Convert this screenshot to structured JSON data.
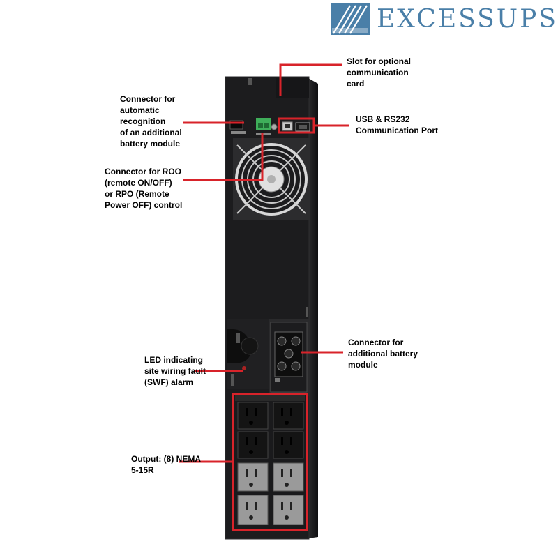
{
  "brand": {
    "name": "EXCESSUPS"
  },
  "colors": {
    "callout": "#d8232a",
    "chassis": "#1c1c1e",
    "logo": "#4a7fa8"
  },
  "callouts": {
    "slot": "Slot for optional\ncommunication\ncard",
    "ebm_detect": "Connector for\nautomatic\nrecognition\nof an additional\nbattery module",
    "usb_rs232": "USB & RS232\nCommunication Port",
    "roo_rpo": "Connector for ROO\n(remote ON/OFF)\nor RPO (Remote\nPower OFF) control",
    "battery_connector": "Connector for\nadditional battery\nmodule",
    "swf_led": "LED indicating\nsite wiring fault\n(SWF) alarm",
    "outputs": "Output: (8) NEMA\n5-15R"
  }
}
